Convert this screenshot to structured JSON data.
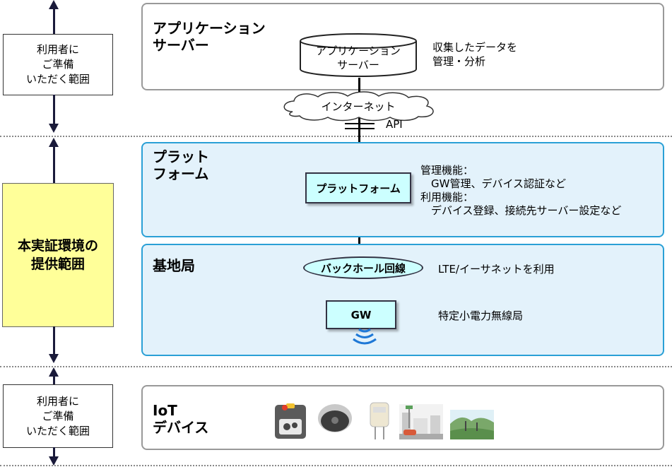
{
  "side_panels": {
    "user_prepared_top": "利用者に\nご準備\nいただく範囲",
    "provided_scope": "本実証環境の\n提供範囲",
    "user_prepared_bottom": "利用者に\nご準備\nいただく範囲"
  },
  "layers": {
    "app_server": {
      "title": "アプリケーション\nサーバー",
      "node_label": "アプリケーション\nサーバー",
      "description": "収集したデータを\n管理・分析"
    },
    "internet": {
      "label": "インターネット",
      "api_label": "API"
    },
    "platform": {
      "title": "プラット\nフォーム",
      "node_label": "プラットフォーム",
      "description": "管理機能：\n　GW管理、デバイス認証など\n利用機能：\n　デバイス登録、接続先サーバー設定など"
    },
    "base_station": {
      "title": "基地局",
      "backhaul_label": "バックホール回線",
      "backhaul_description": "LTE/イーサネットを利用",
      "gw_label": "GW",
      "gw_description": "特定小電力無線局"
    },
    "iot": {
      "title": "IoT\nデバイス",
      "devices": [
        "button-device-icon",
        "ceiling-sensor-icon",
        "meter-sensor-icon",
        "city-sensor-icon",
        "environment-sensor-icon"
      ]
    }
  },
  "colors": {
    "platform_fill": "#e3f2fb",
    "platform_border": "#2aa0d6",
    "node_fill": "#ccffff",
    "scope_fill": "#ffff99",
    "signal": "#1e78d6"
  }
}
